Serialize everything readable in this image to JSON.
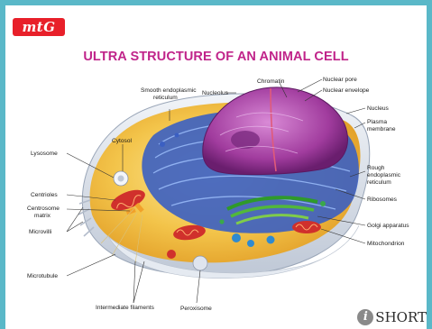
{
  "header": {
    "logo_text": "mtG",
    "title": "ULTRA STRUCTURE OF AN ANIMAL CELL"
  },
  "labels": {
    "smooth_er": "Smooth endoplasmic",
    "smooth_er_2": "reticulum",
    "chromatin": "Chromatin",
    "nuclear_pore": "Nuclear pore",
    "nucleolus": "Nucleolus",
    "nuclear_envelope": "Nuclear envelope",
    "nucleus": "Nucleus",
    "plasma_membrane": "Plasma",
    "plasma_membrane_2": "membrane",
    "cytosol": "Cytosol",
    "lysosome": "Lysosome",
    "rough_er": "Rough",
    "rough_er_2": "endoplasmic",
    "rough_er_3": "reticulum",
    "centrioles": "Centrioles",
    "centrosome": "Centrosome",
    "centrosome_2": "matrix",
    "ribosomes": "Ribosomes",
    "microvilli": "Microvilli",
    "golgi": "Golgi apparatus",
    "mitochondrion": "Mitochondrion",
    "microtubule": "Microtubule",
    "intermediate_filaments": "Intermediate filaments",
    "peroxisome": "Peroxisome"
  },
  "watermark": {
    "badge": "i",
    "text": "SHORT"
  },
  "colors": {
    "frame": "#5ab8c8",
    "title": "#c0248a",
    "logo": "#e8202a"
  }
}
